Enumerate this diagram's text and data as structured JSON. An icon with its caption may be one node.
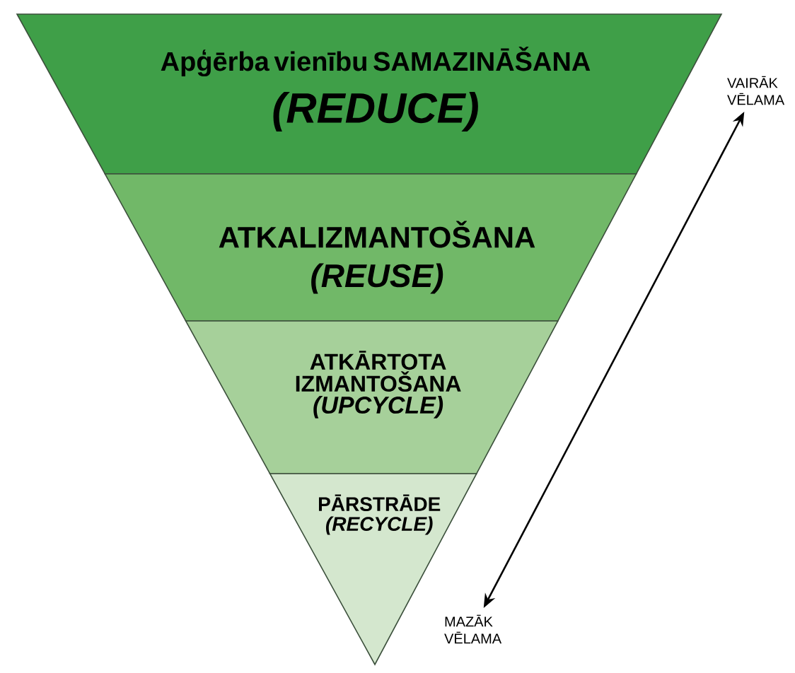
{
  "diagram": {
    "nodes": [
      {
        "text": [
          "Apģērba vienību SAMAZINĀŠANA",
          "(REDUCE)"
        ]
      },
      {
        "text": [
          "ATKALIZMANTOŠANA",
          "(REUSE)"
        ]
      },
      {
        "text": [
          "ATKĀRTOTA IZMANTOŠANA",
          "(UPCYCLE)"
        ]
      },
      {
        "text": [
          "PĀRSTRĀDE",
          "(RECYCLE)"
        ]
      },
      {
        "text": [
          "VAIRĀK VĒLAMA"
        ]
      },
      {
        "text": [
          "MAZĀK VĒLAMA"
        ]
      }
    ],
    "edges": [
      {
        "from": 4,
        "to": 5,
        "arrow": "both"
      }
    ]
  }
}
